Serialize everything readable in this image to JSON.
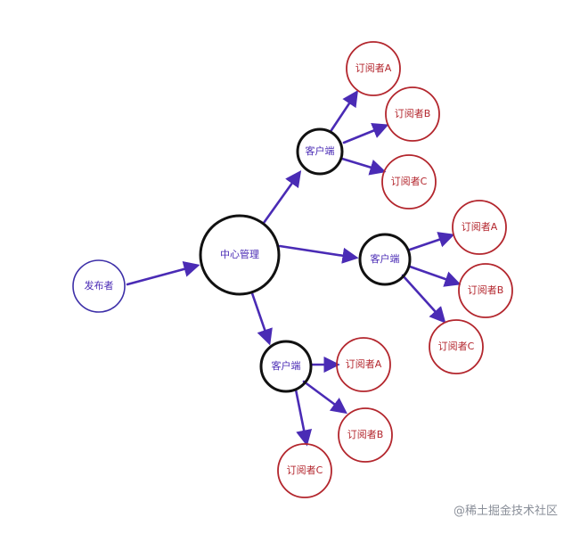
{
  "colors": {
    "arrow": "#4a2bb5",
    "publisher": "#3d2fa8",
    "center": "#111111",
    "client": "#111111",
    "subscriber": "#b3262d",
    "label_dark": "#4a2bb5",
    "label_red": "#b3262d"
  },
  "nodes": {
    "publisher": "发布者",
    "center": "中心管理",
    "client_1": "客户端",
    "client_2": "客户端",
    "client_3": "客户端",
    "sub_1a": "订阅者A",
    "sub_1b": "订阅者B",
    "sub_1c": "订阅者C",
    "sub_2a": "订阅者A",
    "sub_2b": "订阅者B",
    "sub_2c": "订阅者C",
    "sub_3a": "订阅者A",
    "sub_3b": "订阅者B",
    "sub_3c": "订阅者C"
  },
  "watermark": "@稀土掘金技术社区"
}
